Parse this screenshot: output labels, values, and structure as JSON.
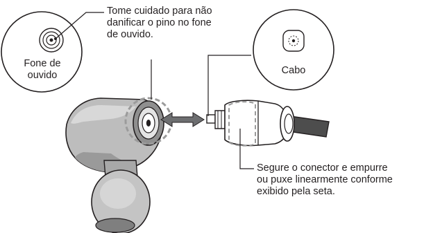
{
  "labels": {
    "earphone_title_line1": "Fone de",
    "earphone_title_line2": "ouvido",
    "cable_title": "Cabo",
    "note_top_line1": "Tome cuidado para não",
    "note_top_line2": "danificar o pino no fone",
    "note_top_line3": "de ouvido.",
    "note_bottom_line1": "Segure o conector e empurre",
    "note_bottom_line2": "ou puxe linearmente conforme",
    "note_bottom_line3": "exibido pela seta."
  },
  "colors": {
    "stroke": "#231f20",
    "fill": "#ffffff",
    "body_shade": "#b9b9b9",
    "body_dark": "#8a8a8a",
    "dashed_circle": "#9b9b9b",
    "cable": "#4d4d4d"
  }
}
